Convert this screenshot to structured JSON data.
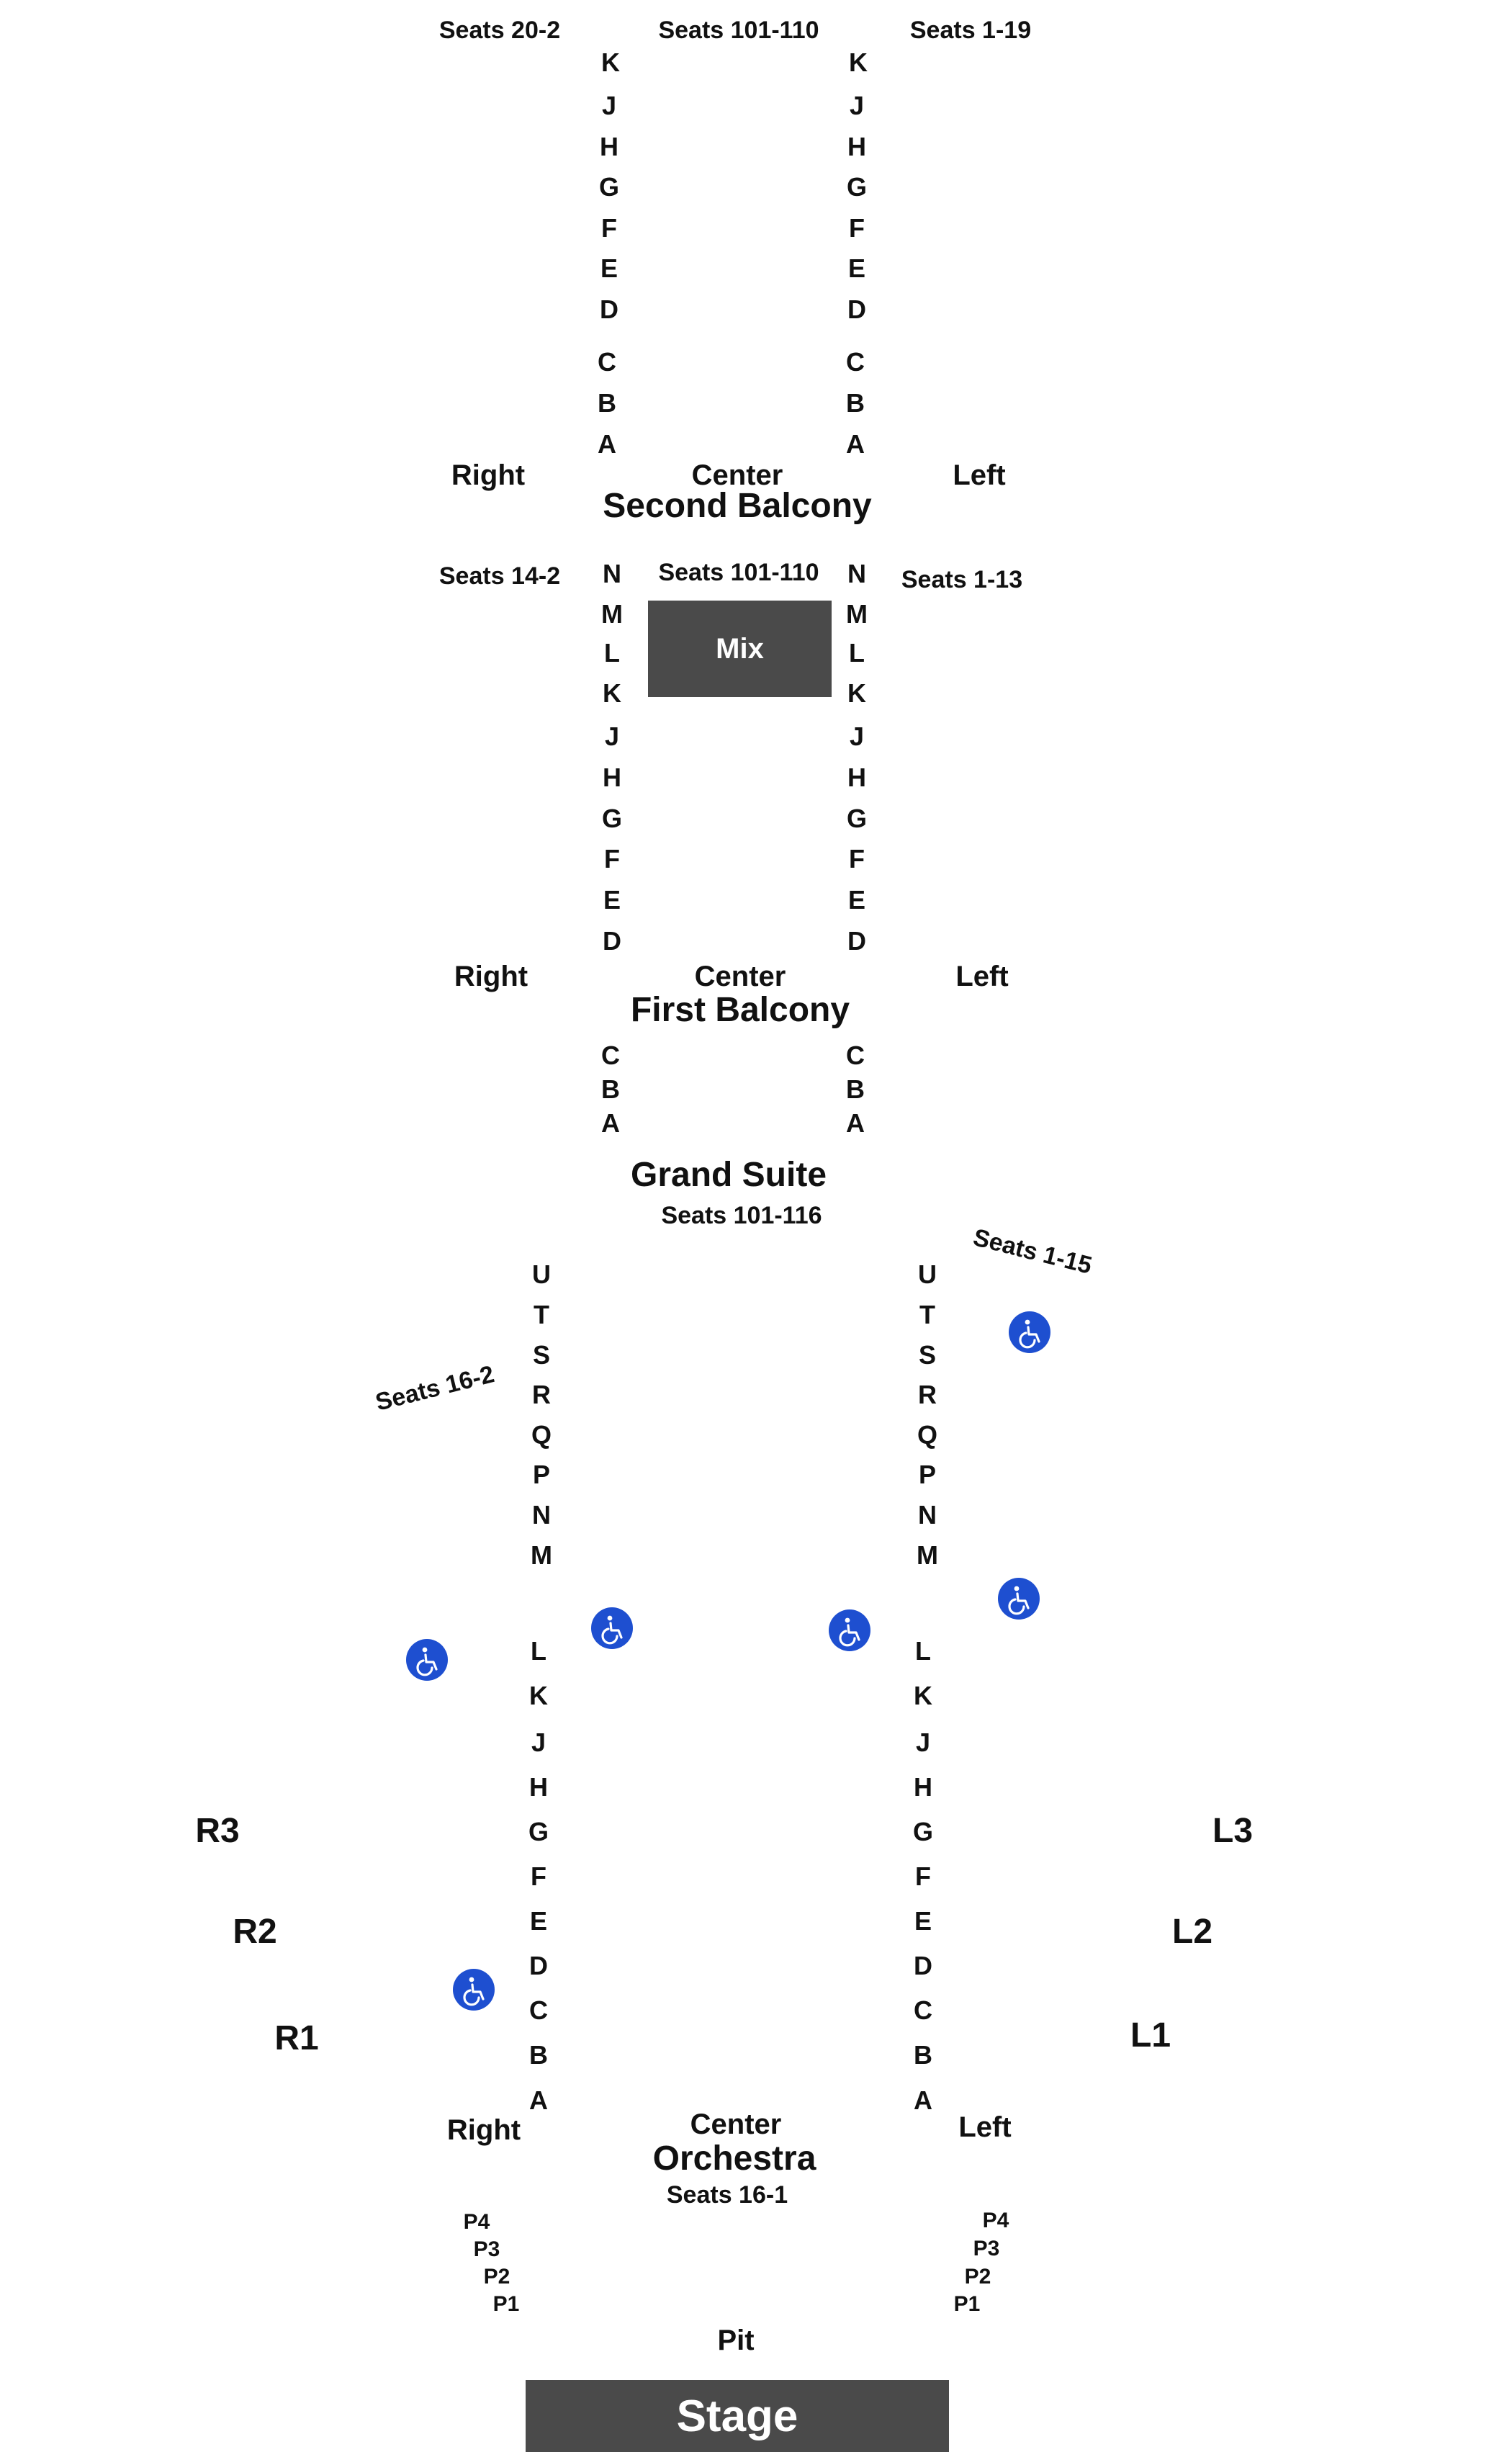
{
  "second_balcony": {
    "title": "Second Balcony",
    "seats_right": "Seats 20-2",
    "seats_center": "Seats 101-110",
    "seats_left": "Seats 1-19",
    "rows": [
      "K",
      "J",
      "H",
      "G",
      "F",
      "E",
      "D",
      "C",
      "B",
      "A"
    ],
    "label_right": "Right",
    "label_center": "Center",
    "label_left": "Left"
  },
  "first_balcony": {
    "title": "First Balcony",
    "seats_right": "Seats 14-2",
    "seats_center": "Seats 101-110",
    "seats_left": "Seats 1-13",
    "mix": "Mix",
    "rows": [
      "N",
      "M",
      "L",
      "K",
      "J",
      "H",
      "G",
      "F",
      "E",
      "D"
    ],
    "lower_rows": [
      "C",
      "B",
      "A"
    ],
    "label_right": "Right",
    "label_center": "Center",
    "label_left": "Left"
  },
  "grand_suite": {
    "title": "Grand Suite",
    "seats": "Seats 101-116"
  },
  "orchestra": {
    "title": "Orchestra",
    "seats_left_angled": "Seats 1-15",
    "seats_right_angled": "Seats 16-2",
    "upper_rows": [
      "U",
      "T",
      "S",
      "R",
      "Q",
      "P",
      "N",
      "M"
    ],
    "lower_rows": [
      "L",
      "K",
      "J",
      "H",
      "G",
      "F",
      "E",
      "D",
      "C",
      "B",
      "A"
    ],
    "label_right": "Right",
    "label_center": "Center",
    "label_left": "Left",
    "seats": "Seats 16-1",
    "boxes_right": [
      "R3",
      "R2",
      "R1"
    ],
    "boxes_left": [
      "L3",
      "L2",
      "L1"
    ]
  },
  "pit": {
    "label": "Pit",
    "rows": [
      "P4",
      "P3",
      "P2",
      "P1"
    ]
  },
  "stage": {
    "label": "Stage"
  },
  "icons": {
    "wheelchair": "wheelchair-accessible-icon",
    "accent": "#1e4fd0",
    "block_fill": "#4a4a4a"
  }
}
